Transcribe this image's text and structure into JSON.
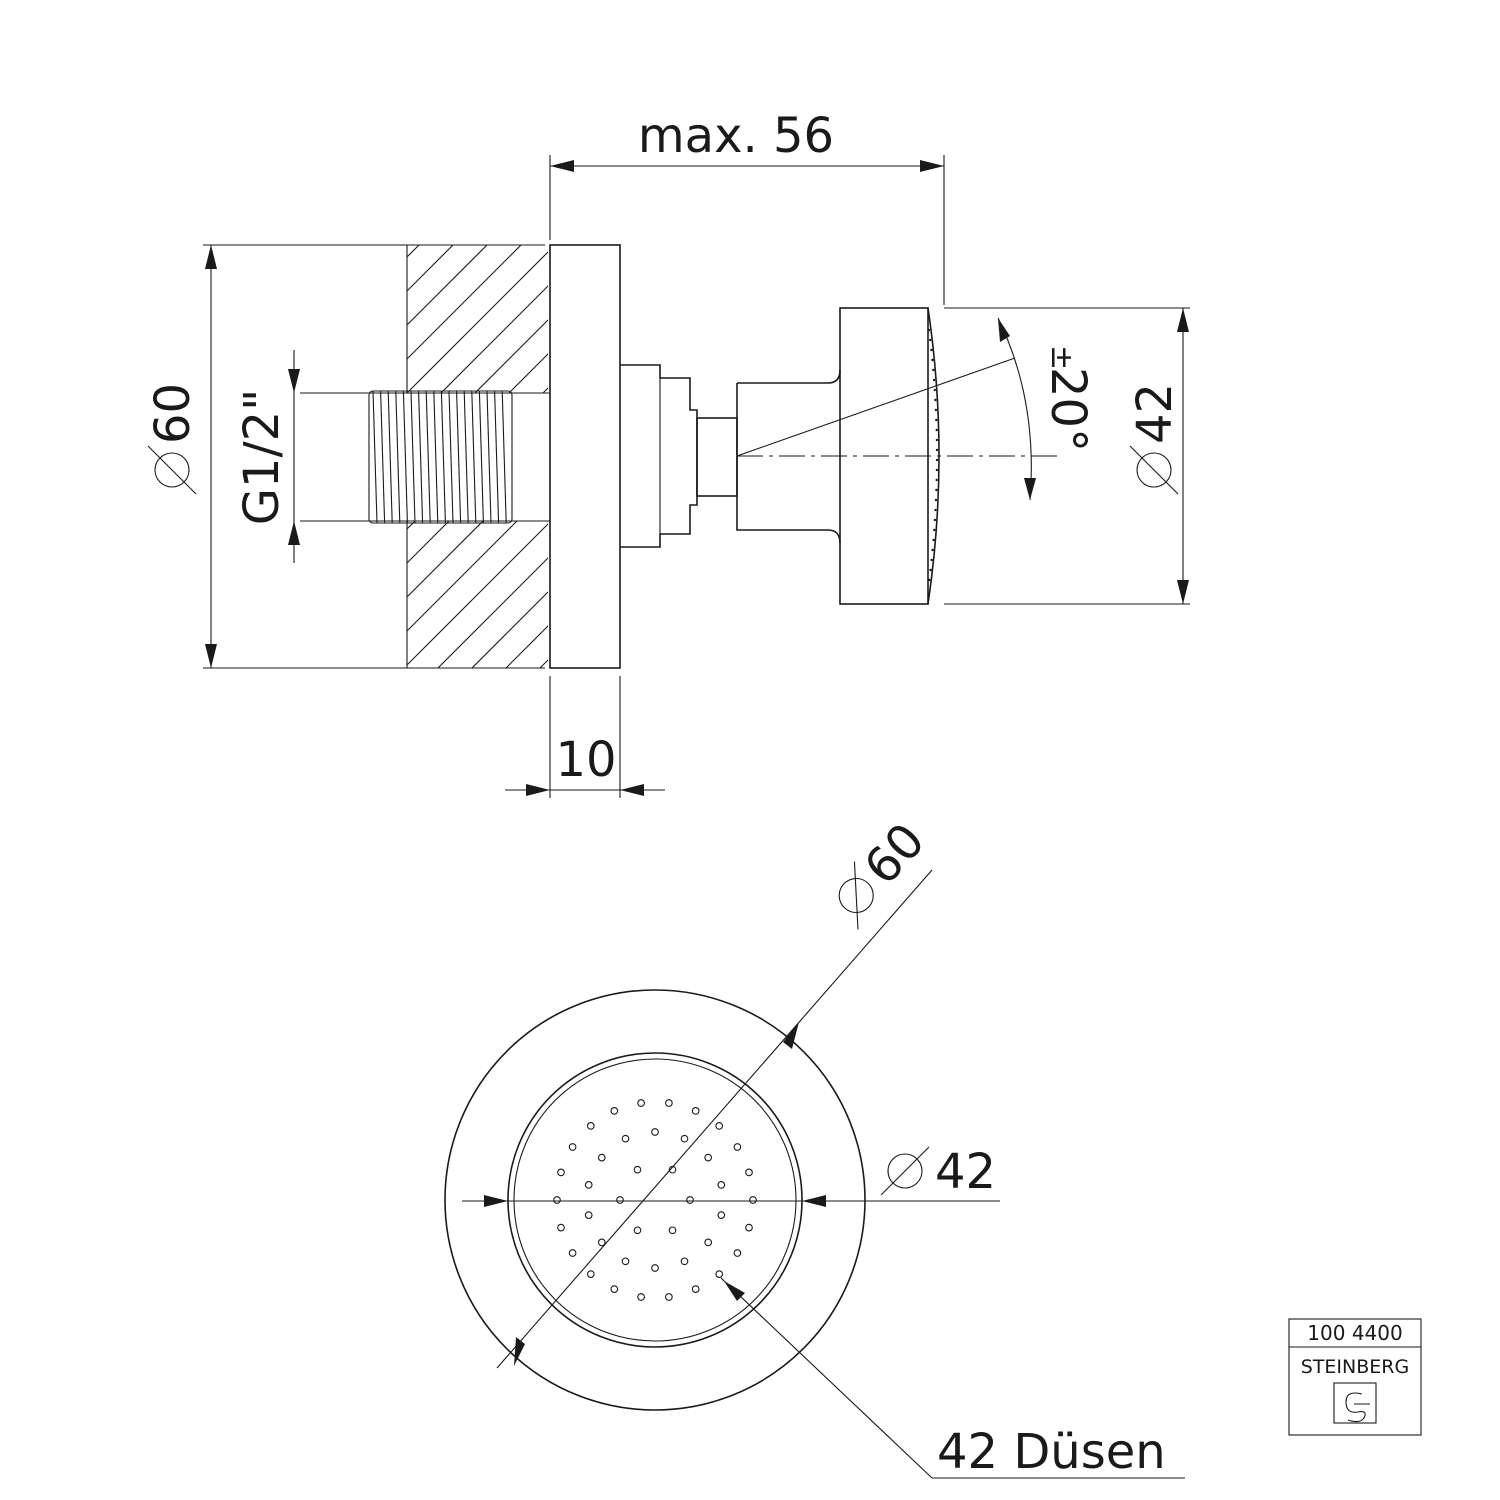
{
  "side_view": {
    "dim_total_length": "max. 56",
    "dim_flange_diameter": "60",
    "dim_thread": "G1/2\"",
    "dim_head_diameter": "42",
    "dim_flange_thickness": "10",
    "dim_swivel_angle_sign": "±",
    "dim_swivel_angle": "20°"
  },
  "front_view": {
    "dim_outer_diameter": "60",
    "dim_inner_diameter": "42",
    "nozzle_label": "42 Düsen"
  },
  "title_block": {
    "article_number": "100 4400",
    "brand": "STEINBERG"
  }
}
